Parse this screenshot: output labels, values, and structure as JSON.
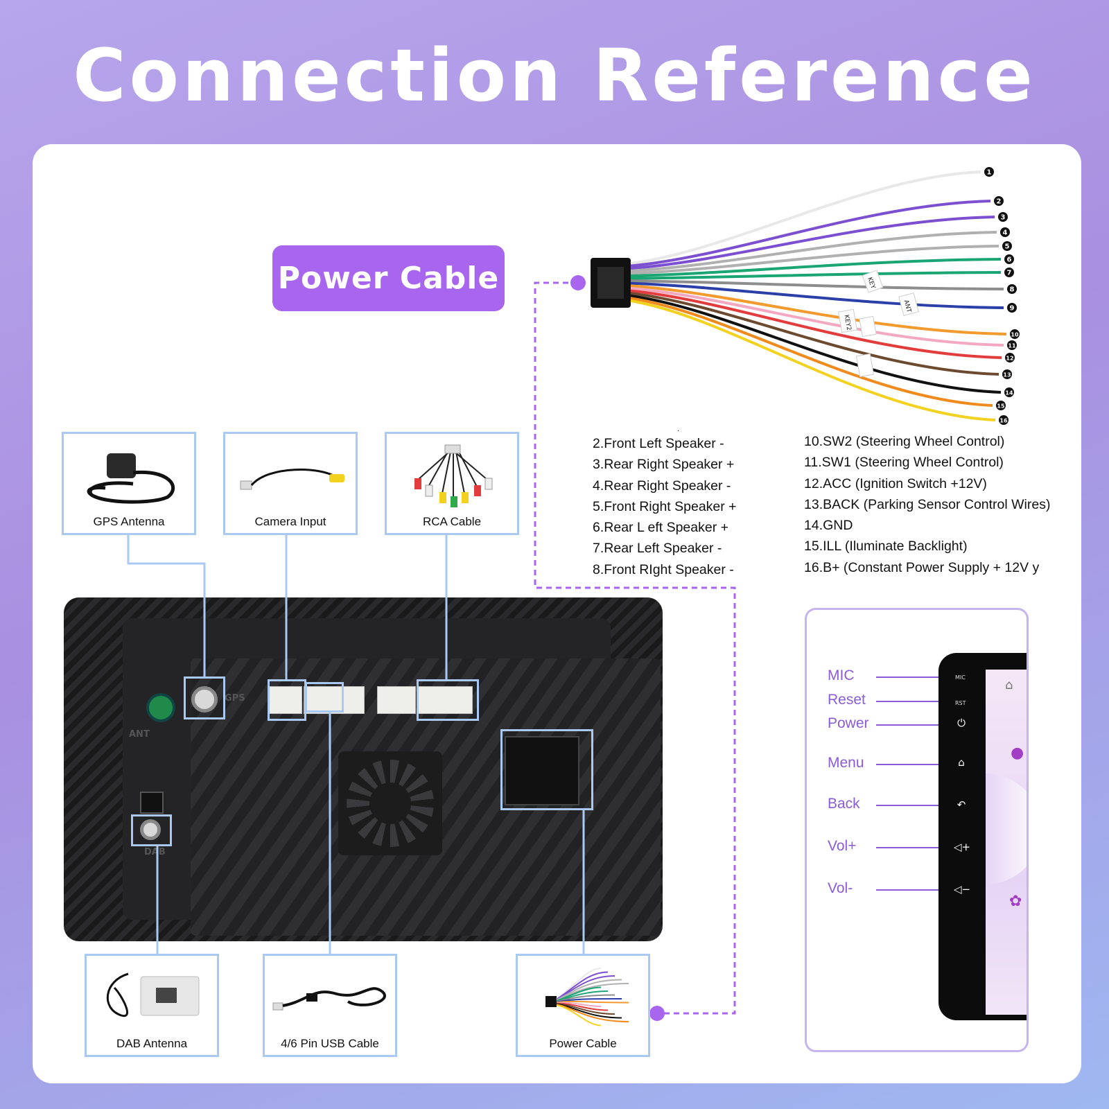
{
  "title": "Connection Reference",
  "power_cable_badge": "Power Cable",
  "pin_numbers": [
    "1",
    "2",
    "3",
    "4",
    "5",
    "6",
    "7",
    "8",
    "9",
    "10",
    "11",
    "12",
    "13",
    "14",
    "15",
    "16"
  ],
  "wire_list_left": {
    "top_mark": ".",
    "items": [
      "2.Front Left Speaker -",
      "3.Rear Right Speaker +",
      "4.Rear Right Speaker -",
      "5.Front Right Speaker +",
      "6.Rear L eft Speaker +",
      "7.Rear Left Speaker -",
      "8.Front RIght Speaker -"
    ]
  },
  "wire_list_right": {
    "items": [
      "10.SW2 (Steering Wheel Control)",
      "11.SW1 (Steering Wheel Control)",
      "12.ACC (Ignition Switch +12V)",
      "13.BACK (Parking Sensor Control Wires)",
      "14.GND",
      "15.ILL (Iluminate Backlight)",
      "16.B+ (Constant Power Supply + 12V y"
    ]
  },
  "wire_tags": [
    "KEY",
    "ANT",
    "KEY2"
  ],
  "ports": {
    "gps": "GPS Antenna",
    "camera": "Camera Input",
    "rca": "RCA Cable",
    "dab": "DAB Antenna",
    "usb": "4/6 Pin USB Cable",
    "power": "Power Cable"
  },
  "unit_marks": {
    "ant": "ANT",
    "dab": "DAB",
    "gps": "GPS"
  },
  "buttons": {
    "labels": [
      "MIC",
      "Reset",
      "Power",
      "Menu",
      "Back",
      "Vol+",
      "Vol-"
    ],
    "bezel_marks": [
      "MIC",
      "RST"
    ]
  },
  "colors": {
    "accent": "#a866ef",
    "button_text": "#8b5bd8",
    "box_border": "#a9c9f3",
    "dashed_line": "#a866ef"
  },
  "wire_colors": [
    "#e8e8e8",
    "#7b4fd0",
    "#7b4fd0",
    "#b0b0b0",
    "#b0b0b0",
    "#1aa574",
    "#1aa574",
    "#8d8d8d",
    "#2a3fa8",
    "#f29a2e",
    "#f3a7c0",
    "#e23c3c",
    "#6b4a2f",
    "#111111",
    "#f08a1c",
    "#f2d21f"
  ]
}
